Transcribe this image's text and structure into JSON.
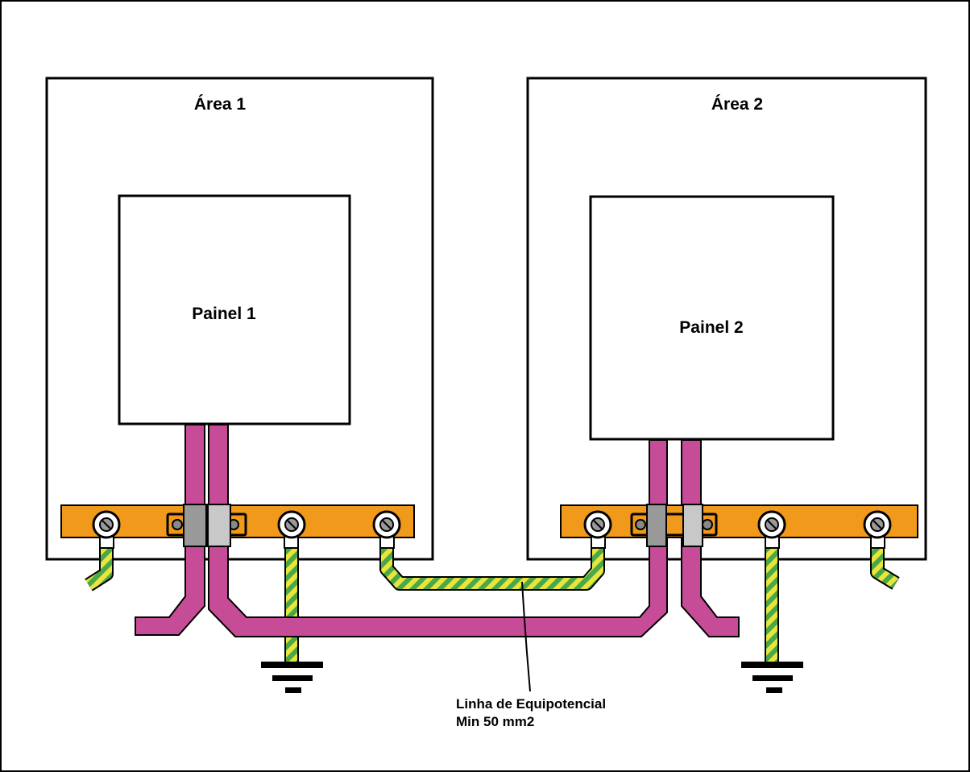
{
  "areas": [
    {
      "title": "Área 1",
      "panel": "Painel 1"
    },
    {
      "title": "Área 2",
      "panel": "Painel 2"
    }
  ],
  "annotation": {
    "line1": "Linha de Equipotencial",
    "line2": "Min 50 mm2"
  },
  "colors": {
    "shield": "#c74c97",
    "busbar": "#f0991a",
    "cable_yellow": "#e9e53a",
    "cable_green": "#4aa84a",
    "outline": "#000000",
    "background": "#ffffff"
  }
}
